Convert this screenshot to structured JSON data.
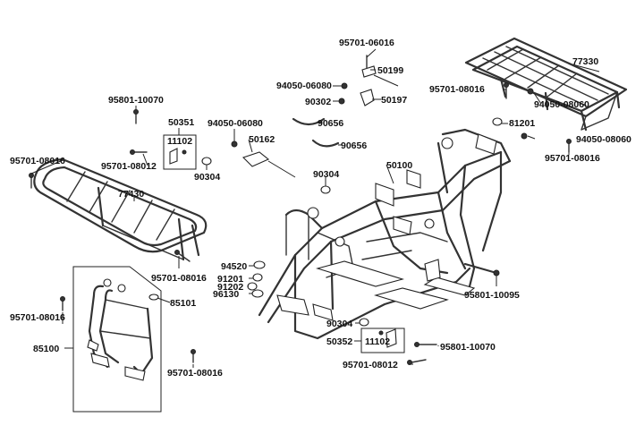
{
  "diagram": {
    "labels": [
      {
        "id": "95701-06016-top",
        "text": "95701-06016"
      },
      {
        "id": "50199",
        "text": "50199"
      },
      {
        "id": "94050-06080-top",
        "text": "94050-06080"
      },
      {
        "id": "90302",
        "text": "90302"
      },
      {
        "id": "50197",
        "text": "50197"
      },
      {
        "id": "77330",
        "text": "77330"
      },
      {
        "id": "95701-08016-rack-r",
        "text": "95701-08016"
      },
      {
        "id": "94050-08060-a",
        "text": "94050-08060"
      },
      {
        "id": "81201",
        "text": "81201"
      },
      {
        "id": "94050-08060-b",
        "text": "94050-08060"
      },
      {
        "id": "95701-08016-r",
        "text": "95701-08016"
      },
      {
        "id": "95801-10070-top",
        "text": "95801-10070"
      },
      {
        "id": "50351",
        "text": "50351"
      },
      {
        "id": "11102-top",
        "text": "11102"
      },
      {
        "id": "94050-06080-mid",
        "text": "94050-06080"
      },
      {
        "id": "50162",
        "text": "50162"
      },
      {
        "id": "90656-a",
        "text": "90656"
      },
      {
        "id": "90656-b",
        "text": "90656"
      },
      {
        "id": "95701-08016-l",
        "text": "95701-08016"
      },
      {
        "id": "95701-08012-top",
        "text": "95701-08012"
      },
      {
        "id": "90304-top",
        "text": "90304"
      },
      {
        "id": "50100",
        "text": "50100"
      },
      {
        "id": "90304-mid",
        "text": "90304"
      },
      {
        "id": "77430",
        "text": "77430"
      },
      {
        "id": "95701-08016-rack-l",
        "text": "95701-08016"
      },
      {
        "id": "94520",
        "text": "94520"
      },
      {
        "id": "91201",
        "text": "91201"
      },
      {
        "id": "91202",
        "text": "91202"
      },
      {
        "id": "96130",
        "text": "96130"
      },
      {
        "id": "85101",
        "text": "85101"
      },
      {
        "id": "95801-10095",
        "text": "95801-10095"
      },
      {
        "id": "95701-08016-guard",
        "text": "95701-08016"
      },
      {
        "id": "85100",
        "text": "85100"
      },
      {
        "id": "90304-bot",
        "text": "90304"
      },
      {
        "id": "50352",
        "text": "50352"
      },
      {
        "id": "11102-bot",
        "text": "11102"
      },
      {
        "id": "95801-10070-bot",
        "text": "95801-10070"
      },
      {
        "id": "95701-08012-bot",
        "text": "95701-08012"
      },
      {
        "id": "95701-08016-bot",
        "text": "95701-08016"
      }
    ]
  }
}
